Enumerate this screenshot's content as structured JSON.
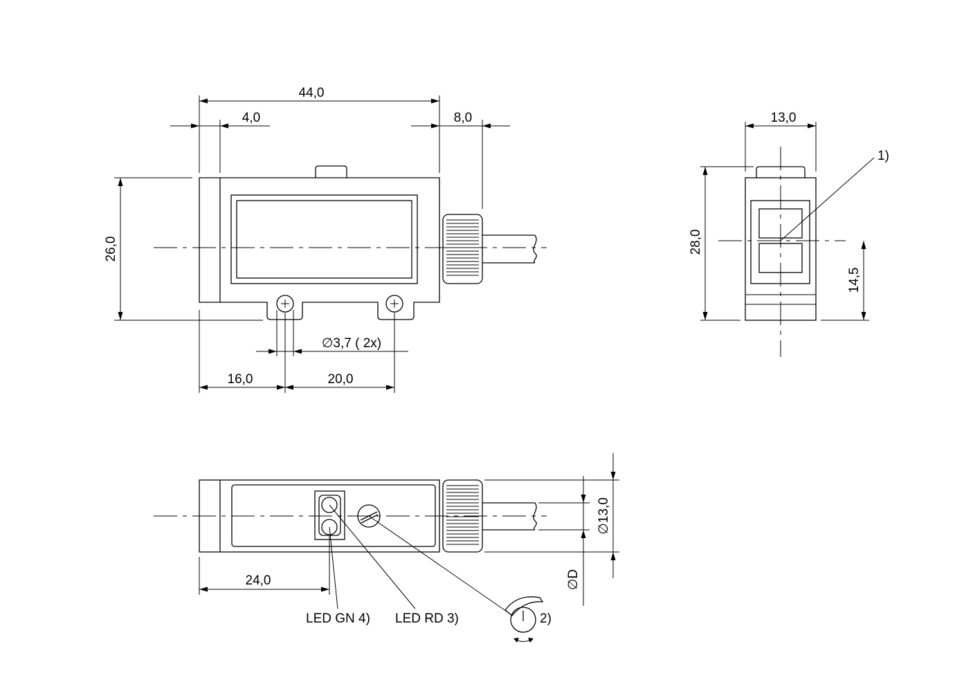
{
  "dimensions": {
    "overall_length": "44,0",
    "left_offset": "4,0",
    "connector_length": "8,0",
    "height": "26,0",
    "hole_diameter": "∅3,7 ( 2x)",
    "hole_offset": "16,0",
    "hole_spacing": "20,0",
    "side_width": "13,0",
    "side_height": "28,0",
    "optical_axis_height": "14,5",
    "led_offset": "24,0",
    "connector_diameter": "∅13,0",
    "cable_diameter": "∅D"
  },
  "callouts": {
    "note_1": "1)",
    "note_2": "2)",
    "led_green": "LED GN 4)",
    "led_red": "LED RD 3)"
  }
}
